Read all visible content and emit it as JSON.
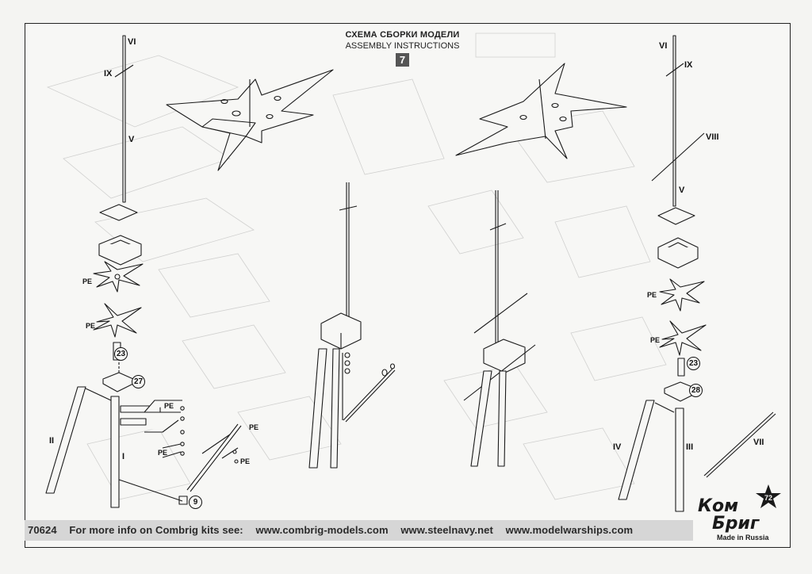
{
  "header": {
    "title_ru": "СХЕМА СБОРКИ МОДЕЛИ",
    "title_en": "ASSEMBLY INSTRUCTIONS",
    "step_number": "7"
  },
  "labels": {
    "left": {
      "vi": "VI",
      "ix": "IX",
      "v": "V",
      "pe1": "PE",
      "pe2": "PE",
      "ii": "II",
      "i": "I",
      "pe3": "PE",
      "pe4": "PE",
      "pe5": "PE",
      "pe6": "PE"
    },
    "right": {
      "vi": "VI",
      "ix": "IX",
      "viii": "VIII",
      "v": "V",
      "pe1": "PE",
      "pe2": "PE",
      "iv": "IV",
      "iii": "III",
      "vii": "VII"
    }
  },
  "part_numbers": {
    "left_23": "23",
    "left_27": "27",
    "left_9": "9",
    "right_23": "23",
    "right_28": "28"
  },
  "footer": {
    "code": "70624",
    "text": "For more info on Combrig kits see:",
    "links": [
      "www.combrig-models.com",
      "www.steelnavy.net",
      "www.modelwarships.com"
    ]
  },
  "brand": {
    "line1": "Ком",
    "line2": "Бриг",
    "tagline": "Made in Russia",
    "star_label": "72",
    "star_color": "#1a1a1a"
  }
}
